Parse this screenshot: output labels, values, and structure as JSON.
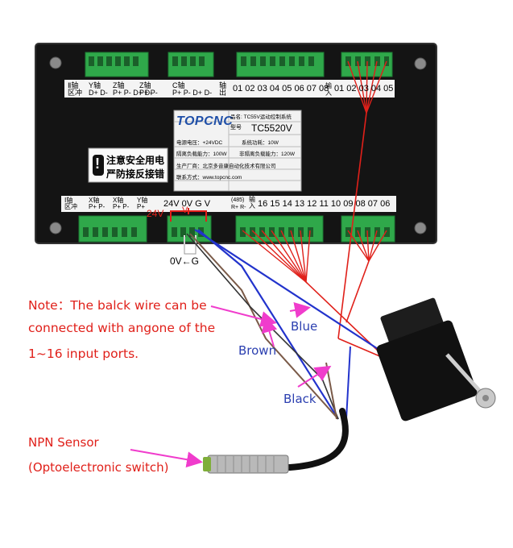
{
  "top_terminal_labels": {
    "group1": [
      "Ⅱ轴",
      "区冲"
    ],
    "y_axis": [
      "Y轴",
      "D+",
      "D-"
    ],
    "z_axis_1": [
      "Z轴",
      "P+",
      "P-",
      "D+",
      "D-"
    ],
    "z_axis_2": [
      "Z轴",
      "P+",
      "P-"
    ],
    "c_axis": [
      "C轴",
      "P+",
      "P-",
      "D+",
      "D-"
    ],
    "misc": [
      "轴",
      "出"
    ],
    "outputs_numbers": "01 02 03 04 05 06 07 08",
    "inputs_label": "输入",
    "inputs_numbers": "01 02 03 04 05"
  },
  "brand": {
    "logo": "TOPCNC",
    "product_name_label": "品名",
    "product_name": "TC55V运动控制系统",
    "model_label": "型号",
    "model": "TC5520V",
    "supply_voltage": "电源电压：+24VDC",
    "system_power": "系统功耗：10W",
    "isolated_load": "隔离负载能力：100W",
    "non_isolated_load": "非隔离负载能力：120W",
    "manufacturer": "生产厂商：北京多音康自动化技术有限公司",
    "contact": "联系方式：www.topcnc.com"
  },
  "warning": {
    "symbol": "!",
    "line1": "注意安全用电",
    "line2": "严防接反接错"
  },
  "bottom_terminal_labels": {
    "i_axis": [
      "Ⅰ轴",
      "区冲"
    ],
    "x_axis_1": [
      "X轴",
      "P+",
      "P-"
    ],
    "x_axis_2": [
      "X轴",
      "P+",
      "P-"
    ],
    "y_axis": [
      "Y轴",
      "P+"
    ],
    "power": "24V 0V G V",
    "bus": "(485)",
    "bus_pins": "R+ R-",
    "inputs_label": "输入",
    "inputs_numbers": "16 15 14 13 12 11 10 09 08 07 06"
  },
  "annotations": {
    "label_24v": "24V",
    "label_v": "V",
    "label_0v_g": "0V←G"
  },
  "note": {
    "line1": "Note：The balck wire can be",
    "line2": "connected with angone of the",
    "line3": "1~16 input ports."
  },
  "wires": {
    "blue": "Blue",
    "brown": "Brown",
    "black": "Black"
  },
  "sensor": {
    "line1": "NPN Sensor",
    "line2": "(Optoelectronic switch)"
  },
  "colors": {
    "accent_red": "#e0201a",
    "label_blue": "#2b3fb0",
    "annotation_magenta": "#f03ccc",
    "terminal_green": "#2fa84a",
    "panel_black": "#141414"
  }
}
